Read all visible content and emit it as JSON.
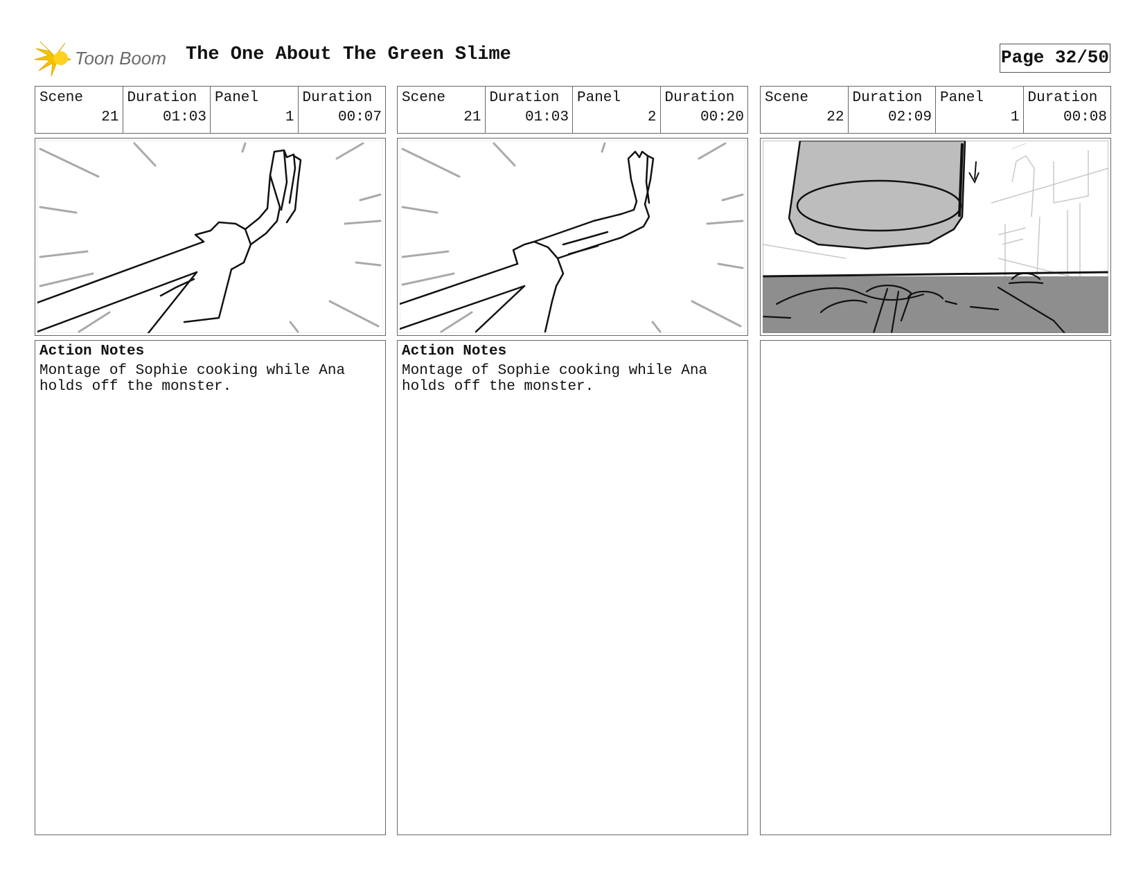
{
  "header": {
    "logo_text": "Toon Boom",
    "title": "The One About The Green Slime",
    "page": "Page 32/50"
  },
  "labels": {
    "scene": "Scene",
    "duration": "Duration",
    "panel": "Panel",
    "action_notes": "Action Notes"
  },
  "panels": [
    {
      "scene": "21",
      "scene_duration": "01:03",
      "panel": "1",
      "panel_duration": "00:07",
      "notes": "Montage of Sophie cooking while Ana\nholds off the monster."
    },
    {
      "scene": "21",
      "scene_duration": "01:03",
      "panel": "2",
      "panel_duration": "00:20",
      "notes": "Montage of Sophie cooking while Ana\nholds off the monster."
    },
    {
      "scene": "22",
      "scene_duration": "02:09",
      "panel": "1",
      "panel_duration": "00:08",
      "notes": ""
    }
  ],
  "colors": {
    "logo_star": "#f5c400",
    "sketch_gray": "#a9a9a9",
    "pot_gray": "#bdbdbd",
    "stove_gray": "#8e8e8e"
  }
}
